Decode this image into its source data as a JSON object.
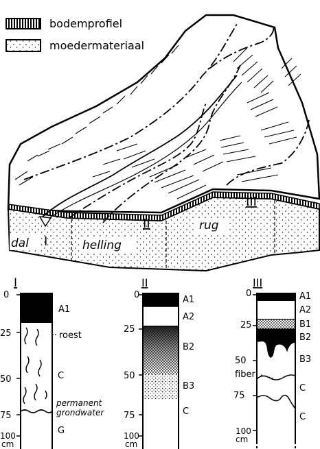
{
  "legend": {
    "items": [
      {
        "key": "soil-profile",
        "label": "bodemprofiel"
      },
      {
        "key": "parent-material",
        "label": "moedermateriaal"
      }
    ]
  },
  "landscape": {
    "zones": [
      {
        "name": "dal",
        "numeral": "I"
      },
      {
        "name": "helling",
        "numeral": "II"
      },
      {
        "name": "rug",
        "numeral": "III"
      }
    ]
  },
  "profiles": {
    "depth_unit": "cm",
    "ticks": [
      "0",
      "25",
      "50",
      "75",
      "100"
    ],
    "columns": [
      {
        "numeral": "I",
        "horizons": [
          {
            "label": "A1",
            "fill": "black"
          },
          {
            "label": "C",
            "fill": "white"
          },
          {
            "label": "G",
            "fill": "white"
          }
        ],
        "annotations": [
          "roest",
          "permanent",
          "grondwater"
        ]
      },
      {
        "numeral": "II",
        "horizons": [
          {
            "label": "A1",
            "fill": "black"
          },
          {
            "label": "A2",
            "fill": "white"
          },
          {
            "label": "B2",
            "fill": "stippled-dark"
          },
          {
            "label": "B3",
            "fill": "stippled-light"
          },
          {
            "label": "C",
            "fill": "white"
          }
        ]
      },
      {
        "numeral": "III",
        "horizons": [
          {
            "label": "A1",
            "fill": "black"
          },
          {
            "label": "A2",
            "fill": "white"
          },
          {
            "label": "B1",
            "fill": "stippled"
          },
          {
            "label": "B2",
            "fill": "black"
          },
          {
            "label": "B3",
            "fill": "white"
          },
          {
            "label": "C",
            "fill": "white"
          },
          {
            "label": "C",
            "fill": "white"
          }
        ],
        "annotations": [
          "fiber"
        ]
      }
    ]
  }
}
